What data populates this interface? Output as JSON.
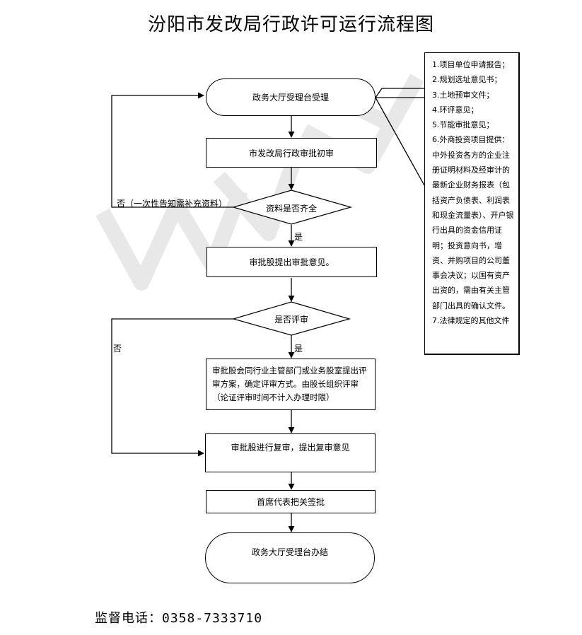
{
  "title": "汾阳市发改局行政许可运行流程图",
  "nodes": {
    "start": "政务大厅受理台受理",
    "initial_review": "市发改局行政审批初审",
    "decision_complete": "资料是否齐全",
    "opinion": "审批股提出审批意见。",
    "decision_review": "是否评审",
    "review_plan": "审批股会同行业主管部门或业务股室提出评审方案，确定评审方式。由股长组织评审（论证评审时间不计入办理时限）",
    "recheck": "审批股进行复审，提出复审意见",
    "sign": "首席代表把关签批",
    "end": "政务大厅受理台办结"
  },
  "labels": {
    "no_supplement": "否（一次性告知需补充资料）",
    "yes1": "是",
    "no2": "否",
    "yes2": "是"
  },
  "materials": [
    "1.项目单位申请报告；",
    "2.规划选址意见书；",
    "3.土地预审文件；",
    "4.环评意见；",
    "5.节能审批意见；",
    "6.外商投资项目提供：中外投资各方的企业注册证明材料及经审计的最新企业财务报表（包括资产负债表、利润表和现金流量表）、开户银行出具的资金信用证明；投资意向书，增资、并购项目的公司董事会决议；以国有资产出资的，需由有关主管部门出具的确认文件。",
    "7.法律规定的其他文件"
  ],
  "footer": "监督电话：0358-7333710"
}
